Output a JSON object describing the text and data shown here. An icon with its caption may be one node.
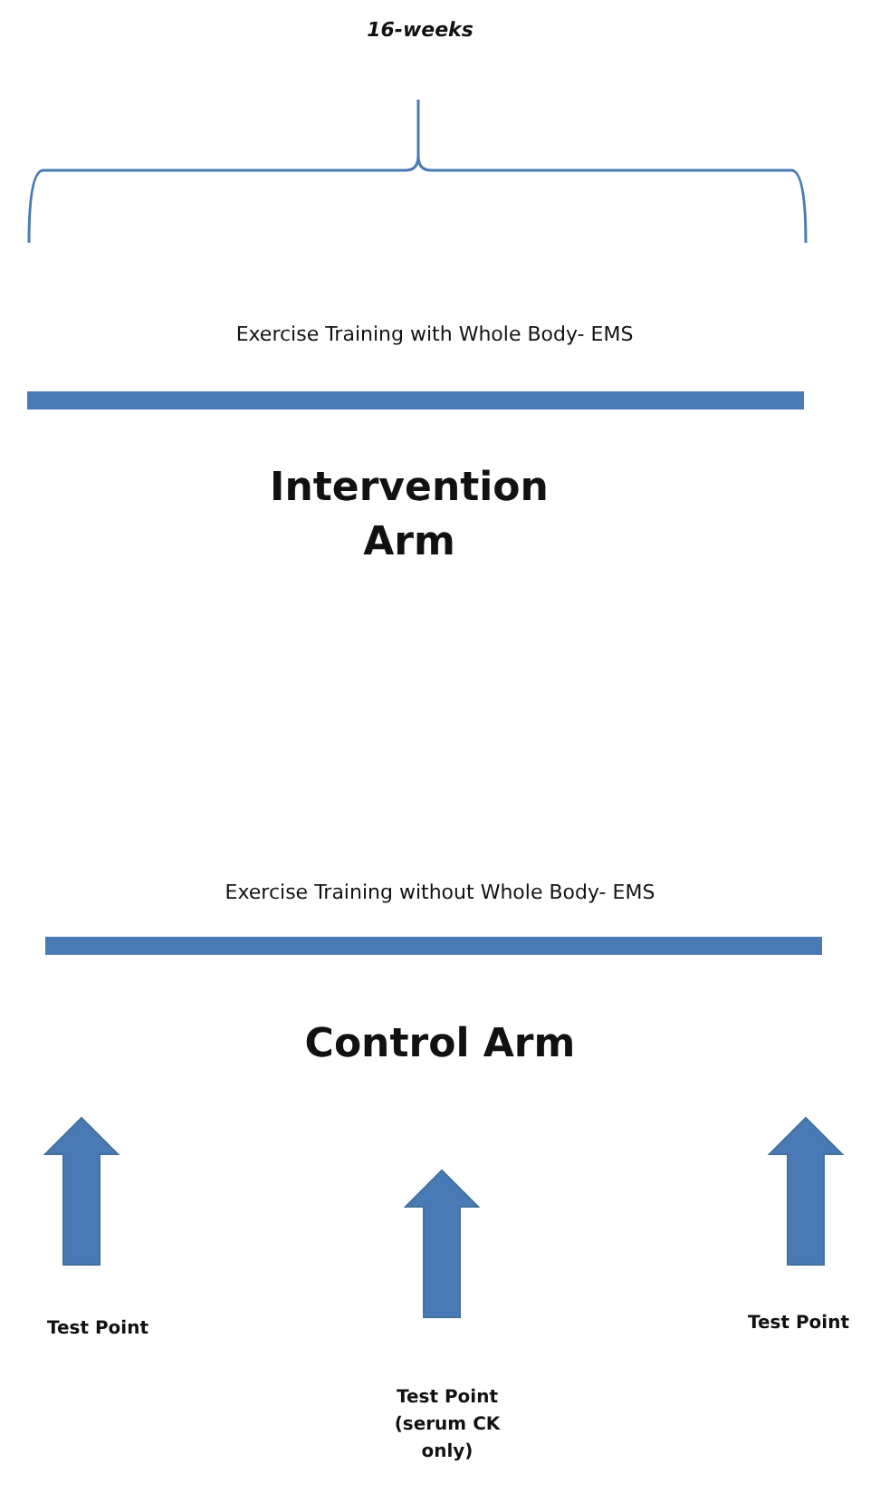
{
  "diagram": {
    "labels": [
      "16-weeks",
      "Exercise Training with Whole Body- EMS",
      "Intervention Arm",
      "Exercise Training without Whole Body- EMS",
      "Control Arm",
      "Test Point",
      "Test Point",
      "Test Point (serum CK only)"
    ]
  }
}
